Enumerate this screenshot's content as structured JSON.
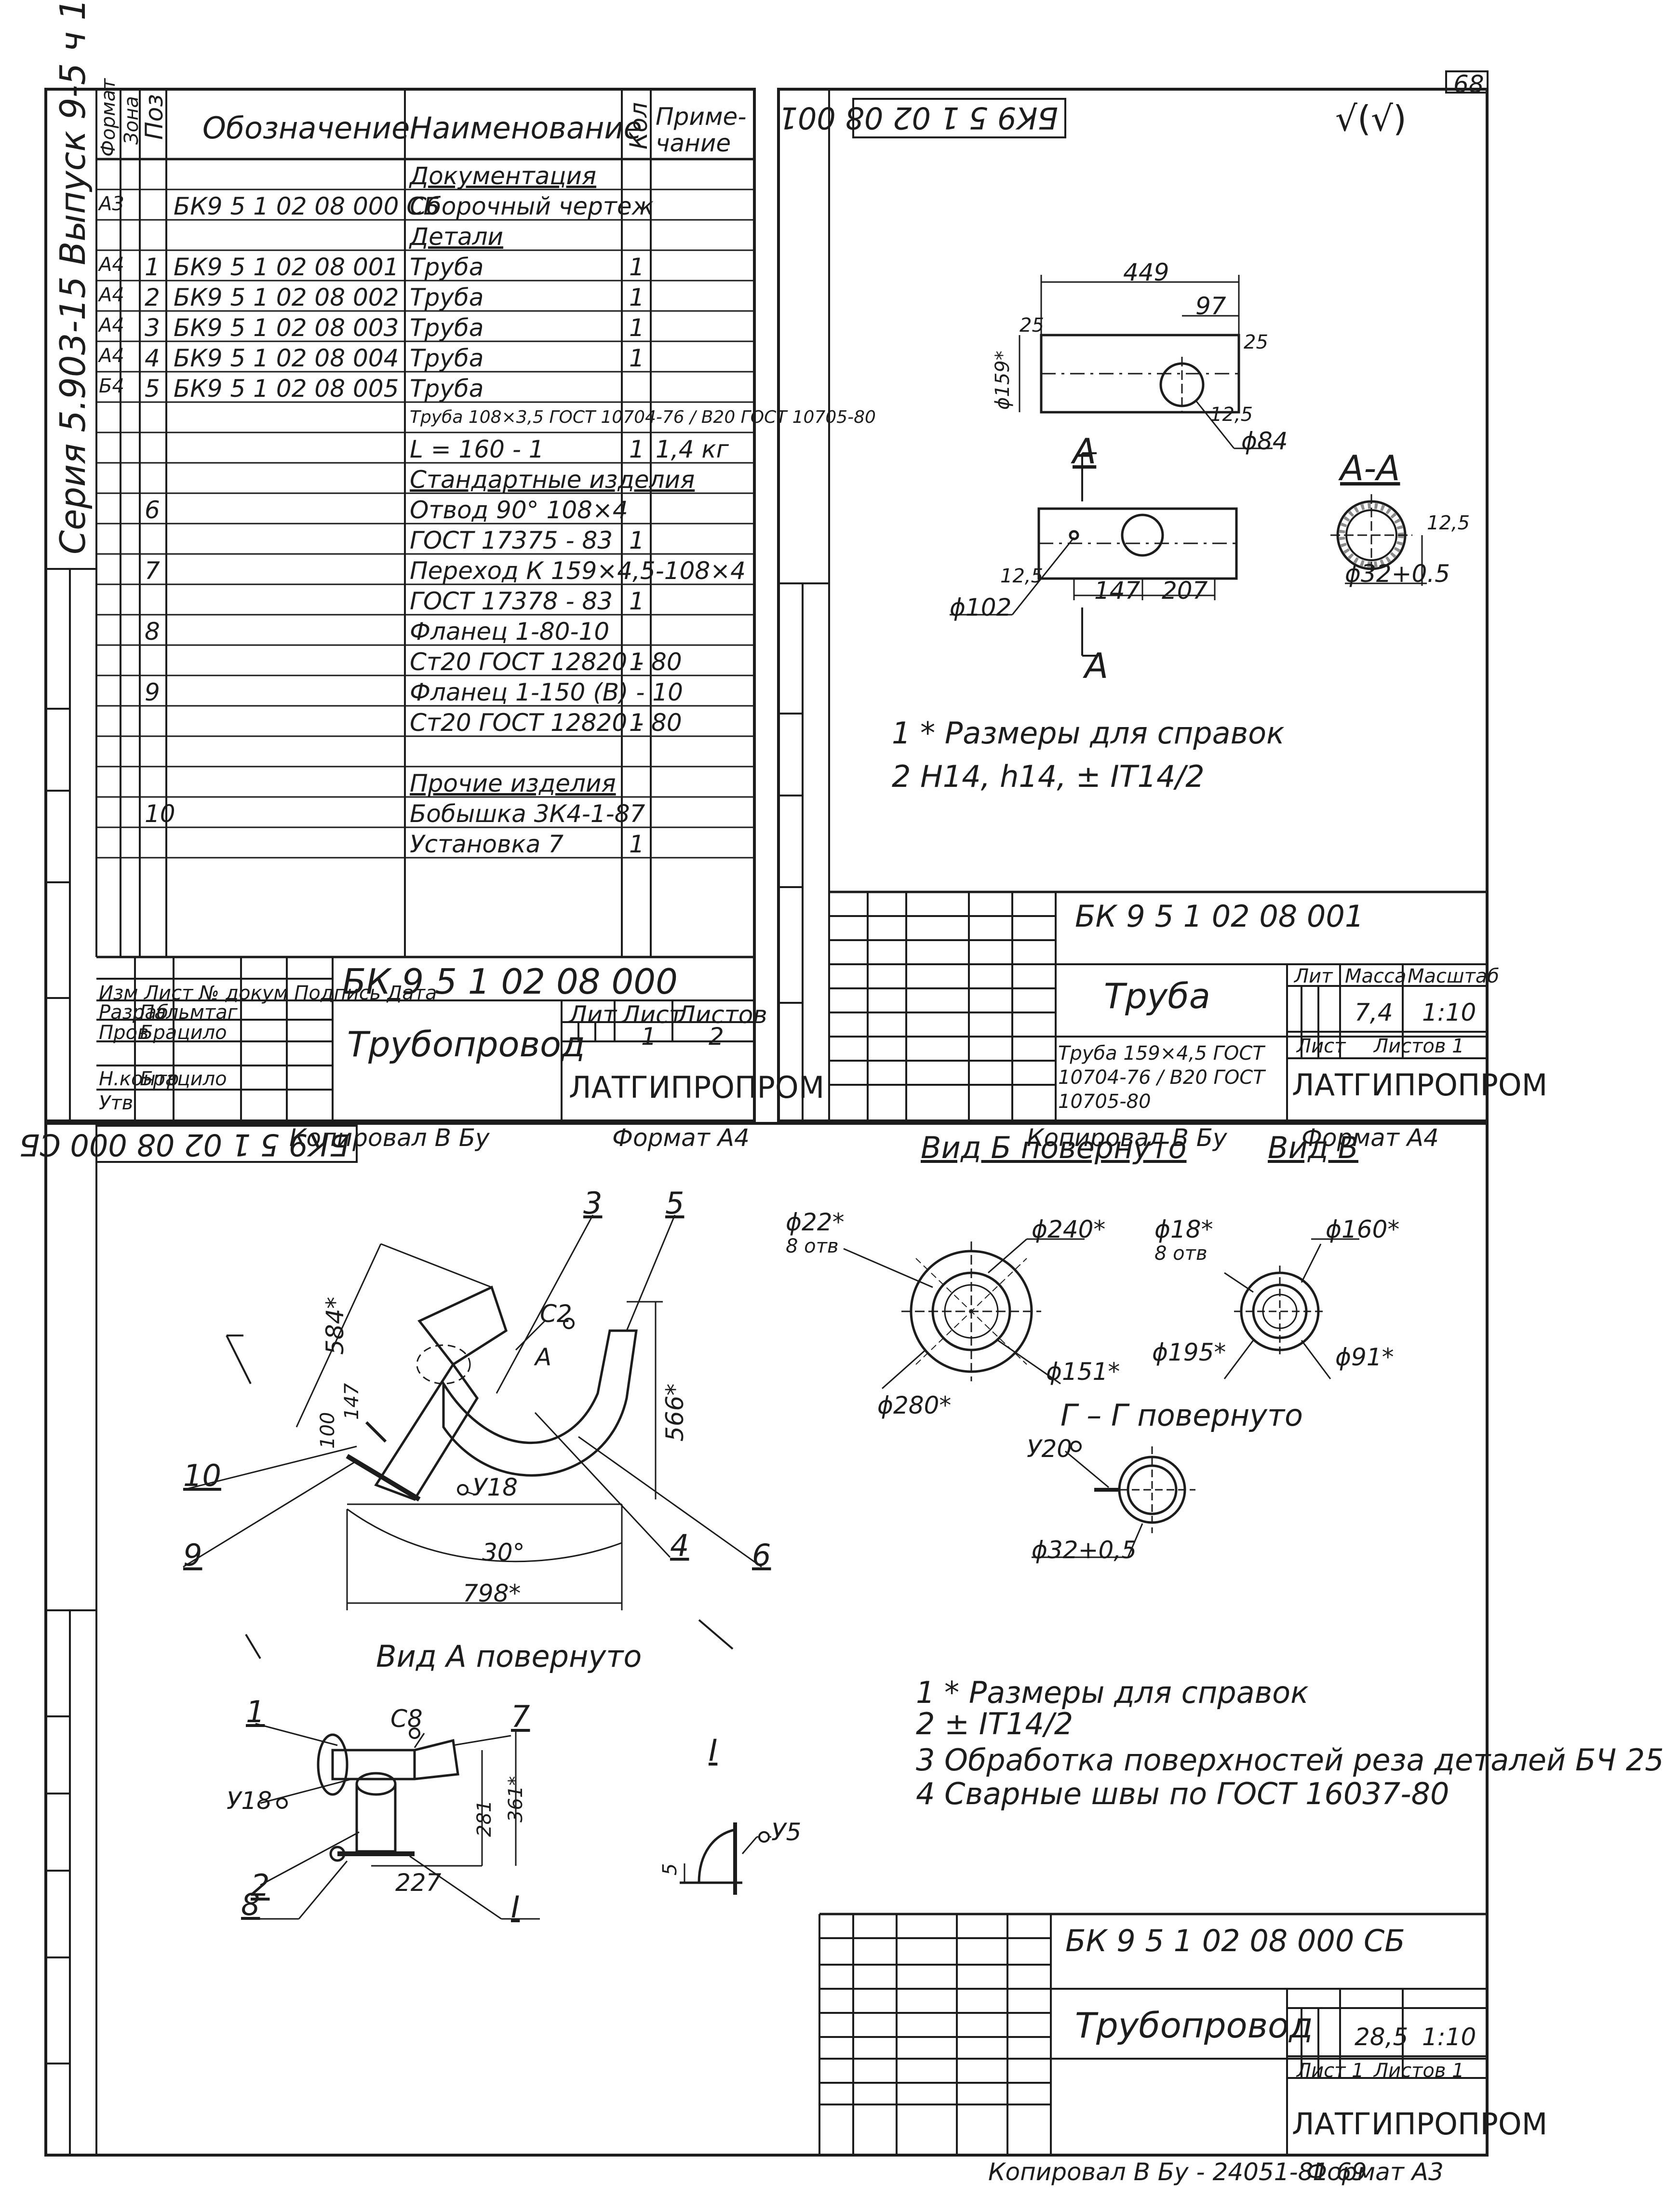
{
  "page_number": "68",
  "series_label": "Серия 5.903-15   Выпуск 9-5 ч 1",
  "spec": {
    "headers": {
      "format": "Формат",
      "zone": "Зона",
      "pos": "Поз",
      "designation": "Обозначение",
      "name": "Наименование",
      "qty": "Кол",
      "note": "Приме-\nчание"
    },
    "rows": [
      {
        "format": "",
        "pos": "",
        "designation": "",
        "name": "Документация",
        "qty": "",
        "note": ""
      },
      {
        "format": "А3",
        "pos": "",
        "designation": "БК9 5 1 02 08 000 СБ",
        "name": "Сборочный чертеж",
        "qty": "",
        "note": ""
      },
      {
        "format": "",
        "pos": "",
        "designation": "",
        "name": "Детали",
        "qty": "",
        "note": ""
      },
      {
        "format": "А4",
        "pos": "1",
        "designation": "БК9 5 1 02 08 001",
        "name": "Труба",
        "qty": "1",
        "note": ""
      },
      {
        "format": "А4",
        "pos": "2",
        "designation": "БК9 5 1 02 08 002",
        "name": "Труба",
        "qty": "1",
        "note": ""
      },
      {
        "format": "А4",
        "pos": "3",
        "designation": "БК9 5 1 02 08 003",
        "name": "Труба",
        "qty": "1",
        "note": ""
      },
      {
        "format": "А4",
        "pos": "4",
        "designation": "БК9 5 1 02 08 004",
        "name": "Труба",
        "qty": "1",
        "note": ""
      },
      {
        "format": "Б4",
        "pos": "5",
        "designation": "БК9 5 1 02 08 005",
        "name": "Труба",
        "qty": "",
        "note": ""
      },
      {
        "format": "",
        "pos": "",
        "designation": "",
        "name": "Труба 108×3,5 ГОСТ 10704-76 / В20 ГОСТ 10705-80",
        "qty": "",
        "note": ""
      },
      {
        "format": "",
        "pos": "",
        "designation": "",
        "name": "L = 160 - 1",
        "qty": "1",
        "note": "1,4 кг"
      },
      {
        "format": "",
        "pos": "",
        "designation": "",
        "name": "Стандартные изделия",
        "qty": "",
        "note": ""
      },
      {
        "format": "",
        "pos": "6",
        "designation": "",
        "name": "Отвод 90° 108×4",
        "qty": "",
        "note": ""
      },
      {
        "format": "",
        "pos": "",
        "designation": "",
        "name": "ГОСТ 17375 - 83",
        "qty": "1",
        "note": ""
      },
      {
        "format": "",
        "pos": "7",
        "designation": "",
        "name": "Переход К 159×4,5-108×4",
        "qty": "",
        "note": ""
      },
      {
        "format": "",
        "pos": "",
        "designation": "",
        "name": "ГОСТ 17378 - 83",
        "qty": "1",
        "note": ""
      },
      {
        "format": "",
        "pos": "8",
        "designation": "",
        "name": "Фланец 1-80-10",
        "qty": "",
        "note": ""
      },
      {
        "format": "",
        "pos": "",
        "designation": "",
        "name": "Ст20 ГОСТ 12820 - 80",
        "qty": "1",
        "note": ""
      },
      {
        "format": "",
        "pos": "9",
        "designation": "",
        "name": "Фланец 1-150 (В) - 10",
        "qty": "",
        "note": ""
      },
      {
        "format": "",
        "pos": "",
        "designation": "",
        "name": "Ст20 ГОСТ 12820 - 80",
        "qty": "1",
        "note": ""
      },
      {
        "format": "",
        "pos": "",
        "designation": "",
        "name": "",
        "qty": "",
        "note": ""
      },
      {
        "format": "",
        "pos": "",
        "designation": "",
        "name": "Прочие изделия",
        "qty": "",
        "note": ""
      },
      {
        "format": "",
        "pos": "10",
        "designation": "",
        "name": "Бобышка 3К4-1-87",
        "qty": "",
        "note": ""
      },
      {
        "format": "",
        "pos": "",
        "designation": "",
        "name": "Установка 7",
        "qty": "1",
        "note": ""
      }
    ],
    "title_block": {
      "doc_number": "БК 9 5 1 02 08 000",
      "title": "Трубопровод",
      "sheet_label": "Лит",
      "sheet_col": "Лист",
      "sheets_col": "Листов",
      "sheet": "1",
      "sheets": "2",
      "org": "ЛАТГИПРОПРОМ",
      "roles": [
        {
          "role": "Разраб",
          "name": "Пальмтаг"
        },
        {
          "role": "Пров",
          "name": "Брацило"
        },
        {
          "role": "Н.контр",
          "name": "Брацило"
        },
        {
          "role": "Утв",
          "name": ""
        }
      ],
      "header_cells": "Изм Лист № докум Подпись Дата",
      "copied": "Копировал В Бу",
      "format": "Формат А4"
    }
  },
  "detail": {
    "stamp": "БК9 5 1 02 08 001",
    "roughness": "√(√)",
    "dims": {
      "length": "449",
      "offset": "97",
      "height": "ϕ159*",
      "r1": "25",
      "r2": "25",
      "hole": "ϕ84",
      "r3": "12,5",
      "a147": "147",
      "a207": "207",
      "d102": "ϕ102",
      "r4": "12,5",
      "section_d": "ϕ32+0.5",
      "section_r": "12,5"
    },
    "section_label": "А-А",
    "cut_label": "А",
    "notes": [
      "1 * Размеры для справок",
      "2  H14, h14, ± IT14/2"
    ],
    "title_block": {
      "doc_number": "БК 9 5 1 02 08 001",
      "title": "Труба",
      "lit": "Лит",
      "mass_label": "Масса",
      "scale_label": "Масштаб",
      "mass": "7,4",
      "scale": "1:10",
      "sheet": "Лист",
      "sheets": "Листов 1",
      "material": "Труба 159×4,5 ГОСТ 10704-76 / В20 ГОСТ 10705-80",
      "org": "ЛАТГИПРОПРОМ",
      "copied": "Копировал В Бу",
      "format": "Формат А4"
    }
  },
  "assembly": {
    "stamp": "БК9 5 1 02 08 000 СБ",
    "view_b": "Вид Б повернуто",
    "view_v": "Вид В",
    "section_g": "Г – Г  повернуто",
    "view_a": "Вид А повернуто",
    "detail_i": "I",
    "dims": {
      "d22": "ϕ22*",
      "holes8": "8 отв",
      "d240": "ϕ240*",
      "d151": "ϕ151*",
      "d280": "ϕ280*",
      "d18": "ϕ18*",
      "holes8b": "8 отв",
      "d160": "ϕ160*",
      "d195": "ϕ195*",
      "d91": "ϕ91*",
      "u20": "У20",
      "d32": "ϕ32+0,5",
      "c2": "С2",
      "l584": "584*",
      "l566": "566*",
      "l100": "100",
      "l147": "147",
      "u18": "У18",
      "ang": "30°",
      "l798": "798*",
      "c8": "С8",
      "l281": "281",
      "l361": "361*",
      "l227": "227",
      "u18b": "У18",
      "u5": "У5",
      "s5": "5"
    },
    "callouts": [
      "1",
      "2",
      "3",
      "4",
      "5",
      "6",
      "7",
      "8",
      "9",
      "10"
    ],
    "notes": [
      "1  * Размеры для справок",
      "2  ± IT14/2",
      "3  Обработка поверхностей реза деталей БЧ 25",
      "4  Сварные швы по ГОСТ 16037-80"
    ],
    "title_block": {
      "doc_number": "БК 9 5 1 02 08 000 СБ",
      "title": "Трубопровод",
      "mass": "28,5",
      "scale": "1:10",
      "sheet": "Лист 1",
      "sheets": "Листов 1",
      "org": "ЛАТГИПРОПРОМ",
      "copied": "Копировал В Бу - 24051-81  69",
      "format": "Формат А3"
    }
  }
}
